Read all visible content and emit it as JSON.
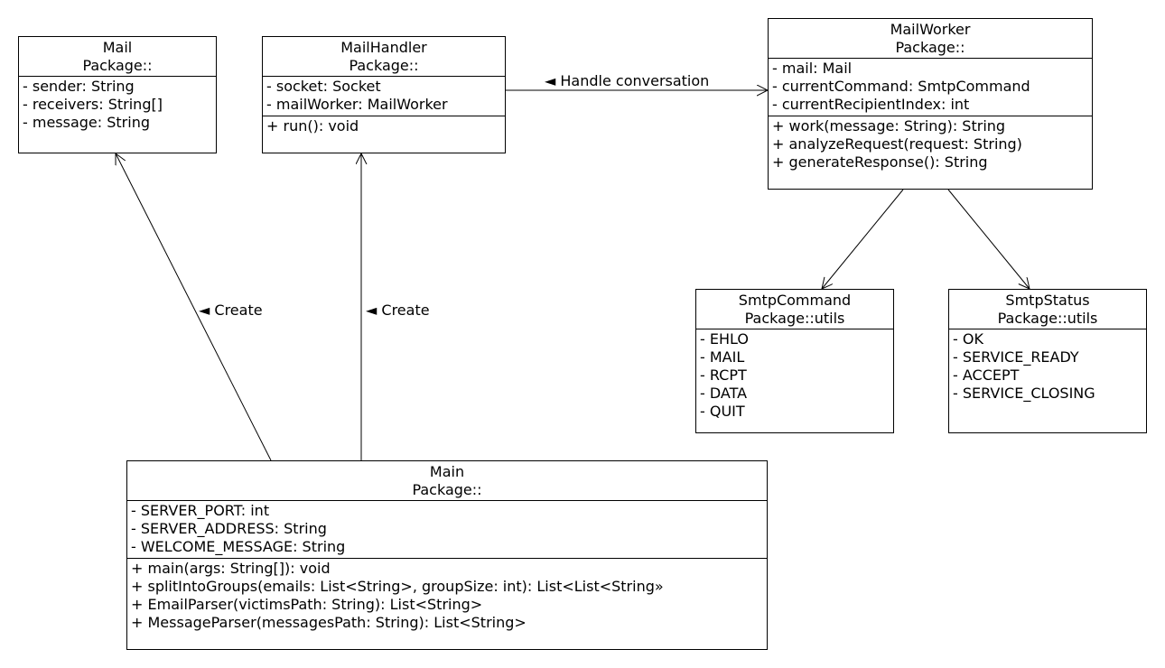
{
  "classes": {
    "mail": {
      "name": "Mail",
      "package": "Package::",
      "attributes": [
        "- sender: String",
        "- receivers: String[]",
        "- message: String"
      ],
      "operations": []
    },
    "mail_handler": {
      "name": "MailHandler",
      "package": "Package::",
      "attributes": [
        "- socket: Socket",
        "- mailWorker: MailWorker"
      ],
      "operations": [
        "+ run(): void"
      ]
    },
    "mail_worker": {
      "name": "MailWorker",
      "package": "Package::",
      "attributes": [
        "- mail: Mail",
        "- currentCommand: SmtpCommand",
        "- currentRecipientIndex: int"
      ],
      "operations": [
        "+ work(message: String): String",
        "+ analyzeRequest(request: String)",
        "+ generateResponse(): String"
      ]
    },
    "smtp_command": {
      "name": "SmtpCommand",
      "package": "Package::utils",
      "attributes": [
        "- EHLO",
        "- MAIL",
        "- RCPT",
        "- DATA",
        "- QUIT"
      ],
      "operations": []
    },
    "smtp_status": {
      "name": "SmtpStatus",
      "package": "Package::utils",
      "attributes": [
        "- OK",
        "- SERVICE_READY",
        "- ACCEPT",
        "- SERVICE_CLOSING"
      ],
      "operations": []
    },
    "main": {
      "name": "Main",
      "package": "Package::",
      "attributes": [
        "- SERVER_PORT: int",
        "- SERVER_ADDRESS: String",
        "- WELCOME_MESSAGE: String"
      ],
      "operations": [
        "+ main(args: String[]): void",
        "+ splitIntoGroups(emails: List<String>, groupSize: int): List<List<String»",
        "+ EmailParser(victimsPath: String): List<String>",
        "+ MessageParser(messagesPath: String): List<String>"
      ]
    }
  },
  "relations": {
    "handle_conversation": "◄ Handle conversation",
    "create_mail": "◄ Create",
    "create_handler": "◄ Create"
  }
}
